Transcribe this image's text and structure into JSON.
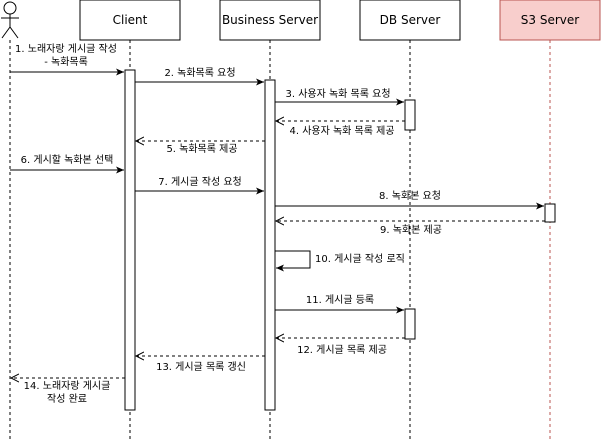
{
  "participants": {
    "client": "Client",
    "business": "Business Server",
    "db": "DB Server",
    "s3": "S3 Server"
  },
  "colors": {
    "line": "#000000",
    "s3_fill": "#f8cecc",
    "s3_stroke": "#b85450"
  },
  "messages": {
    "m1_line1": "1. 노래자랑 게시글 작성",
    "m1_line2": "- 녹화목록",
    "m2": "2. 녹화목록 요청",
    "m3": "3. 사용자 녹화 목록 요청",
    "m4": "4. 사용자 녹화 목록 제공",
    "m5": "5. 녹화목록 제공",
    "m6": "6. 게시할 녹화본 선택",
    "m7": "7. 게시글 작성 요청",
    "m8": "8. 녹화본 요청",
    "m9": "9. 녹화본 제공",
    "m10": "10. 게시글 작성 로직",
    "m11": "11. 게시글 등록",
    "m12": "12. 게시글 목록 제공",
    "m13": "13. 게시글 목록 갱신",
    "m14_line1": "14. 노래자랑 게시글",
    "m14_line2": "작성 완료"
  }
}
